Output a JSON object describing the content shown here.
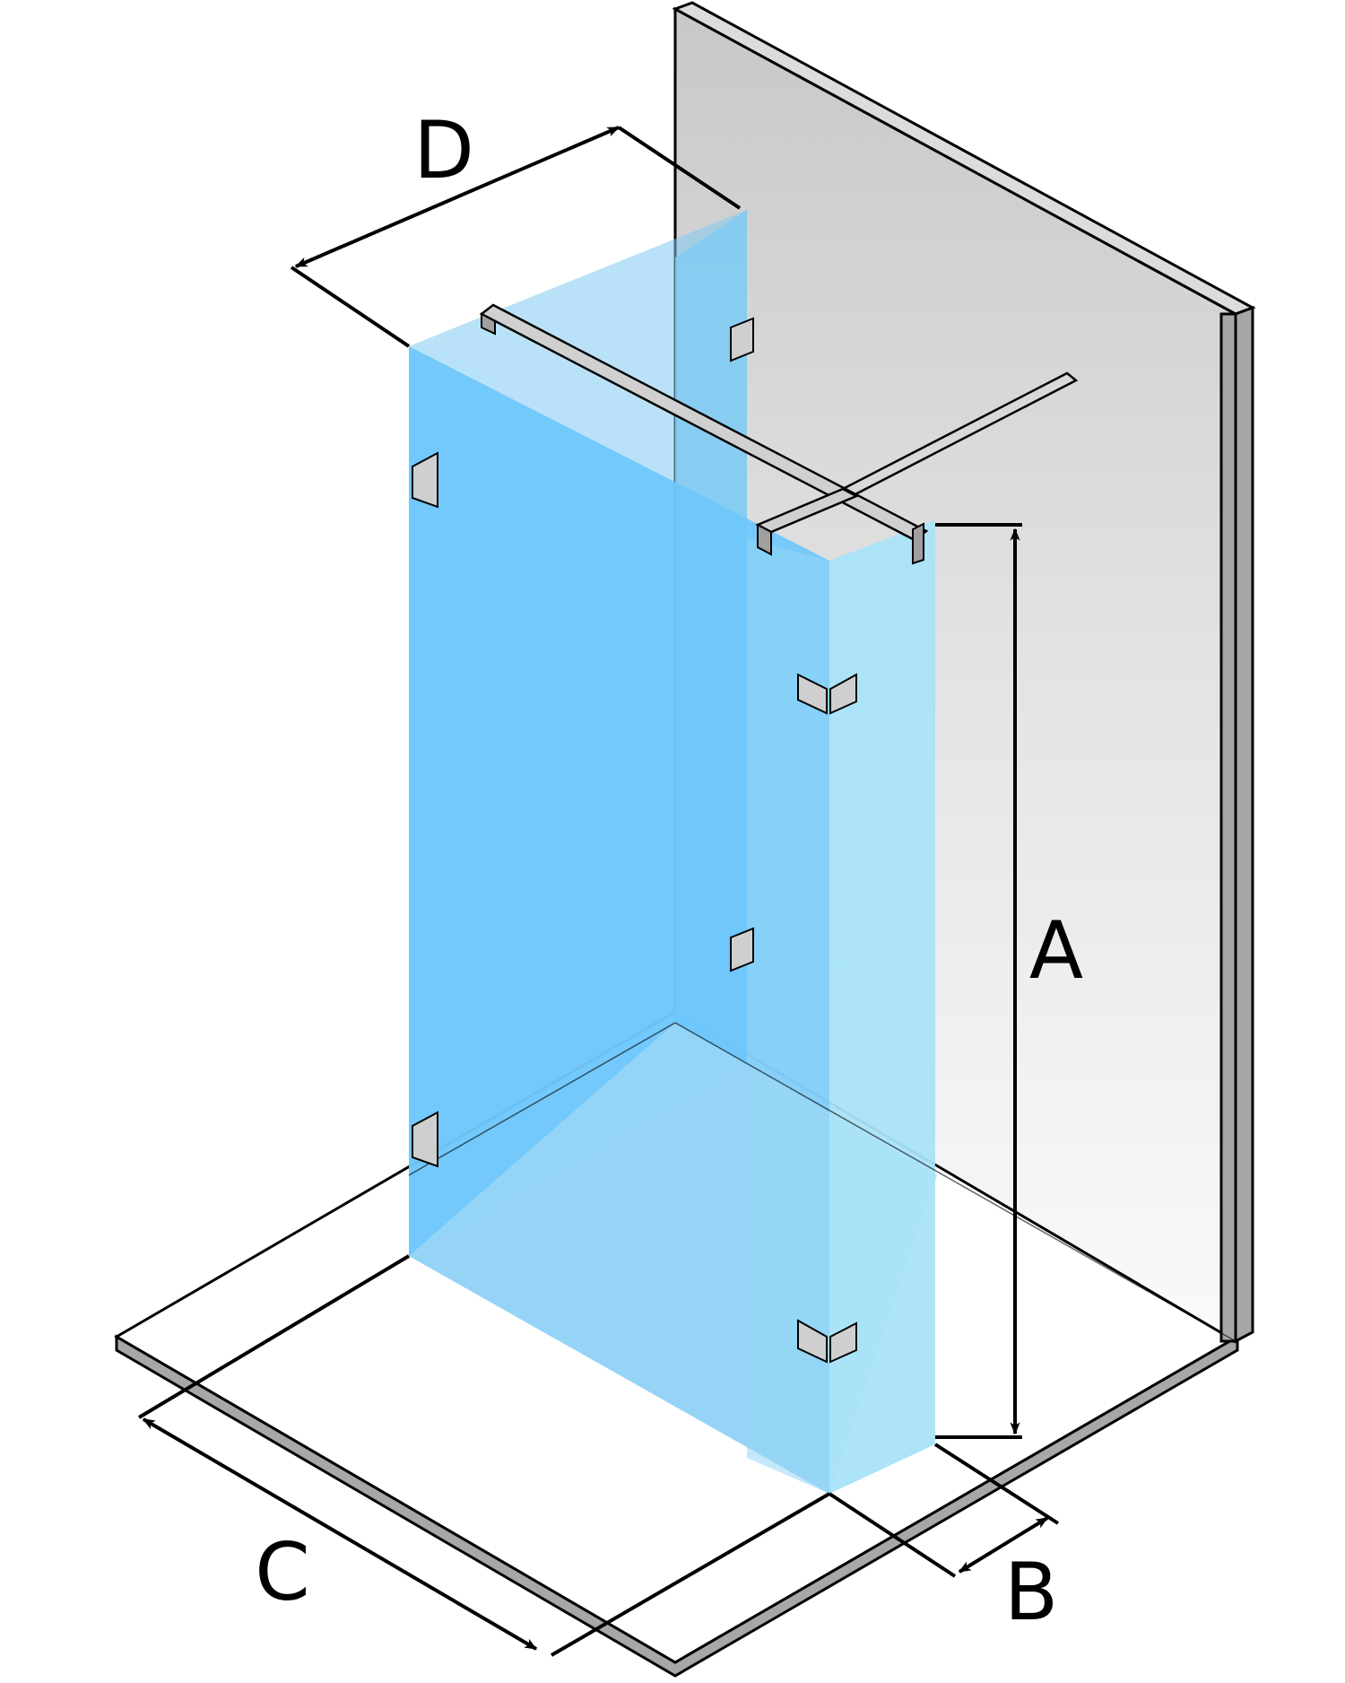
{
  "diagram": {
    "labels": {
      "a": "A",
      "b": "B",
      "c": "C",
      "d": "D"
    },
    "colors": {
      "glass_front": "#6cc7fb",
      "glass_side": "#a9e3f8",
      "glass_back": "#7fcbf3",
      "wall": "#d6d6d6",
      "frame": "#a7a7a7",
      "line": "#000000"
    }
  }
}
